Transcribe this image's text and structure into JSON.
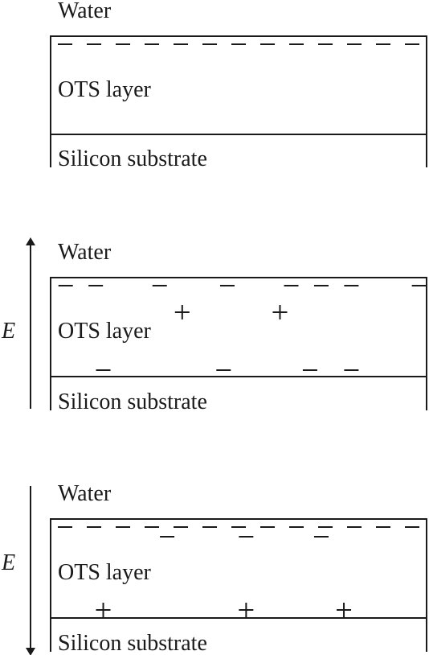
{
  "panels": [
    {
      "id": "panel-1",
      "water_label": "Water",
      "layer_label": "OTS layer",
      "substrate_label": "Silicon substrate",
      "field": null,
      "field_label": "",
      "top_dashes": 13,
      "inner_charges": []
    },
    {
      "id": "panel-2",
      "water_label": "Water",
      "layer_label": "OTS layer",
      "substrate_label": "Silicon substrate",
      "field": "up",
      "field_label": "E",
      "top_dashes_at": [
        0.04,
        0.12,
        0.29,
        0.47,
        0.64,
        0.72,
        0.8,
        0.98
      ],
      "inner_charges": [
        {
          "sign": "+",
          "x": 0.35,
          "row": "upper"
        },
        {
          "sign": "+",
          "x": 0.61,
          "row": "upper"
        },
        {
          "sign": "−",
          "x": 0.14,
          "row": "lower"
        },
        {
          "sign": "−",
          "x": 0.46,
          "row": "lower"
        },
        {
          "sign": "−",
          "x": 0.69,
          "row": "lower"
        },
        {
          "sign": "−",
          "x": 0.8,
          "row": "lower"
        }
      ]
    },
    {
      "id": "panel-3",
      "water_label": "Water",
      "layer_label": "OTS layer",
      "substrate_label": "Silicon substrate",
      "field": "down",
      "field_label": "E",
      "top_dashes": 13,
      "inner_charges": [
        {
          "sign": "−",
          "x": 0.31,
          "row": "upper"
        },
        {
          "sign": "−",
          "x": 0.52,
          "row": "upper"
        },
        {
          "sign": "−",
          "x": 0.72,
          "row": "upper"
        },
        {
          "sign": "+",
          "x": 0.14,
          "row": "lower"
        },
        {
          "sign": "+",
          "x": 0.52,
          "row": "lower"
        },
        {
          "sign": "+",
          "x": 0.78,
          "row": "lower"
        }
      ]
    }
  ]
}
